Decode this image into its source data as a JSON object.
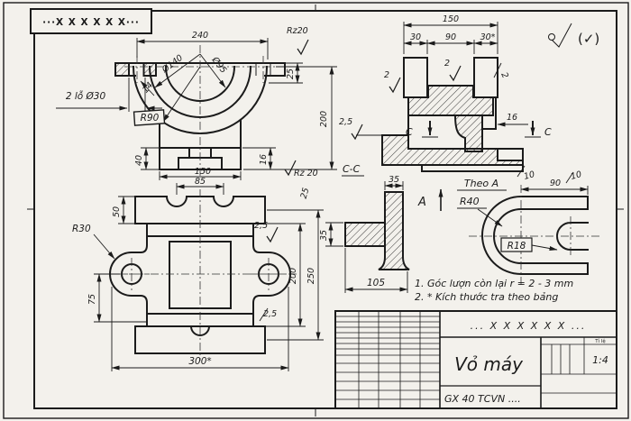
{
  "stamp": "···X X X X X X···",
  "finish": {
    "paren": "(✓)"
  },
  "front": {
    "dim_240": "240",
    "rz20_top": "Rz20",
    "dia140": "Ø140",
    "dia95": "Ø95",
    "r90": "R90",
    "holes": "2 lỗ Ø30",
    "dim_14": "14",
    "dim_25": "25",
    "dim_200": "200",
    "rz20_bot": "Rz 20",
    "dim_25b": "25",
    "dim_40": "40",
    "dim_150": "150",
    "dim_16": "16"
  },
  "top": {
    "dim_85": "85",
    "dim_50": "50",
    "r30": "R30",
    "dim_75": "75",
    "rough_a": "2,5",
    "rough_b": "2,5",
    "dim_200": "200",
    "dim_250": "250",
    "dim_300": "300*"
  },
  "side": {
    "dim_150": "150",
    "dim_30l": "30",
    "dim_90": "90",
    "dim_30r": "30*",
    "r2a": "2",
    "r2b": "2",
    "r2c": "2",
    "r25": "2,5",
    "c_left": "C",
    "c_right": "C",
    "dim_16": "16",
    "r10": "10"
  },
  "cc": {
    "label": "C-C",
    "dim35t": "35",
    "dim35l": "35",
    "dim105": "105"
  },
  "viewA": {
    "a": "A",
    "title": "Theo A",
    "r40": "R40",
    "r18": "R18",
    "dim90": "90",
    "r10": "10"
  },
  "notes": {
    "l1": "1. Góc lượn còn lại r = 2 - 3 mm",
    "l2": "2. * Kích thước tra theo bảng"
  },
  "tb": {
    "code": "... X X X X X X ...",
    "title": "Vỏ máy",
    "material": "GX 40 TCVN ....",
    "scale_label": "Tỉ lệ",
    "scale": "1:4"
  }
}
